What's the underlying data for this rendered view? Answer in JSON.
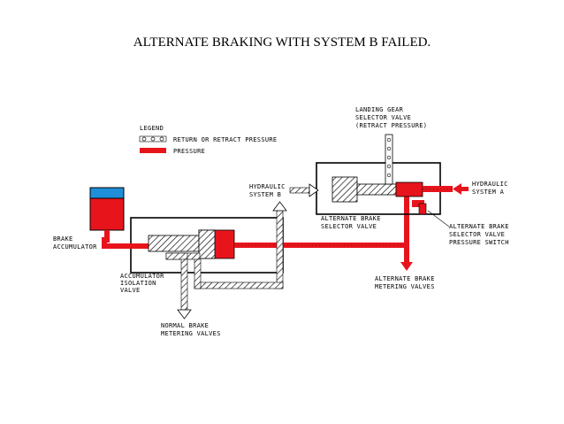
{
  "title": "ALTERNATE BRAKING WITH SYSTEM B FAILED.",
  "legend": {
    "heading": "LEGEND",
    "return_label": "RETURN OR RETRACT PRESSURE",
    "pressure_label": "PRESSURE"
  },
  "labels": {
    "landing_gear_1": "LANDING GEAR",
    "landing_gear_2": "SELECTOR VALVE",
    "landing_gear_3": "(RETRACT PRESSURE)",
    "hyd_b_1": "HYDRAULIC",
    "hyd_b_2": "SYSTEM B",
    "hyd_a_1": "HYDRAULIC",
    "hyd_a_2": "SYSTEM A",
    "alt_sel_1": "ALTERNATE BRAKE",
    "alt_sel_2": "SELECTOR VALVE",
    "alt_switch_1": "ALTERNATE BRAKE",
    "alt_switch_2": "SELECTOR VALVE",
    "alt_switch_3": "PRESSURE SWITCH",
    "accum_1": "BRAKE",
    "accum_2": "ACCUMULATOR",
    "iso_1": "ACCUMULATOR",
    "iso_2": "ISOLATION",
    "iso_3": "VALVE",
    "alt_meter_1": "ALTERNATE BRAKE",
    "alt_meter_2": "METERING VALVES",
    "norm_meter_1": "NORMAL BRAKE",
    "norm_meter_2": "METERING VALVES"
  },
  "colors": {
    "pressure": "#e8141c",
    "accumulator_top": "#1e8fd8",
    "line": "#000000"
  }
}
